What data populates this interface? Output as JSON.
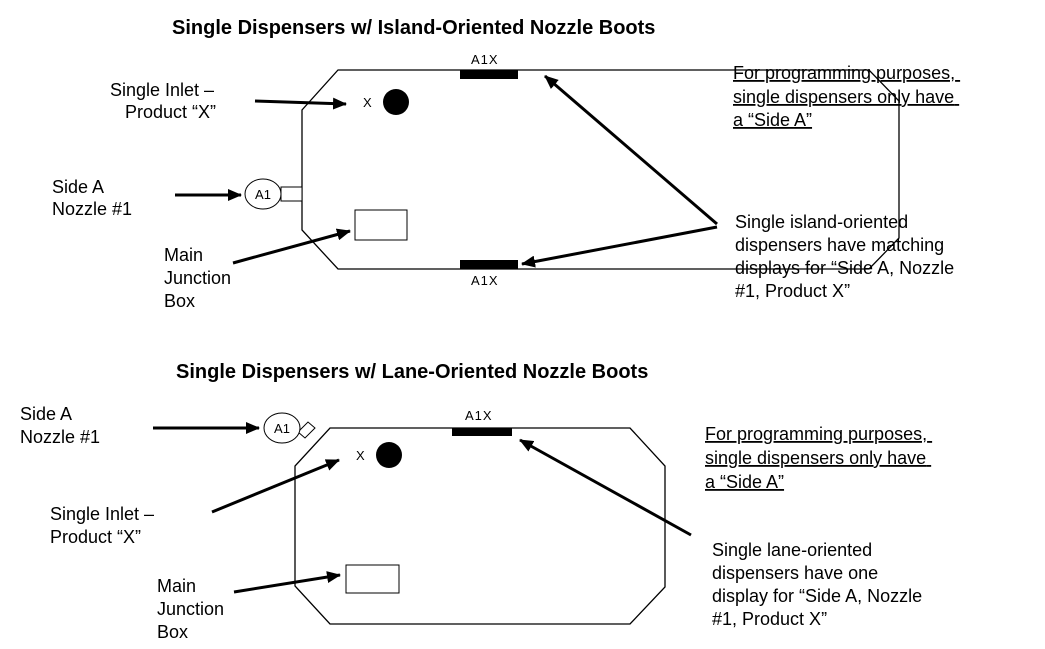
{
  "top": {
    "title": "Single Dispensers w/ Island-Oriented Nozzle Boots",
    "inlet_label": [
      "Single Inlet –",
      "Product “X”"
    ],
    "nozzle_label": [
      "Side A",
      "Nozzle #1"
    ],
    "jbox_label": [
      "Main",
      "Junction",
      "Box"
    ],
    "product_mark": "X",
    "nozzle_circle": "A1",
    "display_top": "A1X",
    "display_bottom": "A1X",
    "note": [
      "For programming purposes,",
      "single dispensers only have",
      "a “Side A”"
    ],
    "desc": [
      "Single island-oriented",
      "dispensers have matching",
      "displays for “Side A, Nozzle",
      "#1, Product X”"
    ]
  },
  "bottom": {
    "title": "Single Dispensers w/ Lane-Oriented Nozzle Boots",
    "nozzle_label": [
      "Side A",
      "Nozzle #1"
    ],
    "inlet_label": [
      "Single Inlet –",
      "Product “X”"
    ],
    "jbox_label": [
      "Main",
      "Junction",
      "Box"
    ],
    "product_mark": "X",
    "nozzle_circle": "A1",
    "display_top": "A1X",
    "note": [
      "For programming purposes,",
      "single dispensers only have",
      "a “Side A”"
    ],
    "desc": [
      "Single lane-oriented",
      "dispensers have one",
      "display for “Side A, Nozzle",
      "#1, Product X”"
    ]
  }
}
